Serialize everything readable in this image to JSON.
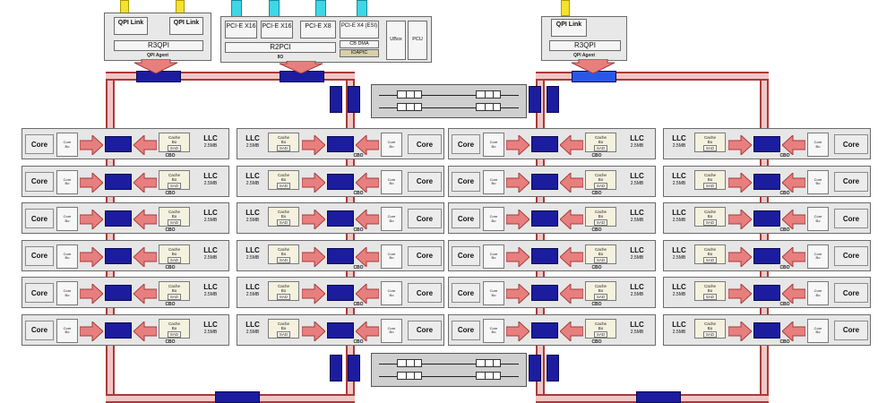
{
  "colors": {
    "ring": "#f2c6c6",
    "ring_edge": "#a83a3a",
    "ring_stop": "#1c1c9e",
    "qpi_link": "#f4e22b",
    "pcie_link": "#3fd6e6",
    "arrow": "#e87f7f"
  },
  "qpi_left": {
    "link_a": "QPI Link",
    "link_b": "QPI Link",
    "agent_box": "R3QPI",
    "agent_label": "QPI Agent"
  },
  "io_block": {
    "pcie": [
      {
        "label": "PCI-E X16"
      },
      {
        "label": "PCI-E X16"
      },
      {
        "label": "PCI-E X8"
      },
      {
        "label": "PCI-E X4 (ESI)"
      }
    ],
    "r2pci": "R2PCI",
    "cbdma": "CB DMA",
    "ioapic": "IOAPIC",
    "ubox": "UBox",
    "pcu": "PCU",
    "footer": "IIO"
  },
  "qpi_right": {
    "link": "QPI Link",
    "agent_box": "R3QPI",
    "agent_label": "QPI Agent"
  },
  "tile_text": {
    "core": "Core",
    "core_bo_1": "Core",
    "core_bo_2": "Bo",
    "cache_1": "Cache",
    "cache_2": "Bo",
    "sad": "SAD",
    "cbo": "CBO",
    "llc": "LLC",
    "llc_size": "2.5MB"
  },
  "columns": [
    {
      "id": "col-1",
      "layout": "core-left",
      "rows": 6
    },
    {
      "id": "col-2",
      "layout": "llc-left",
      "rows": 6
    },
    {
      "id": "col-3",
      "layout": "core-left",
      "rows": 6
    },
    {
      "id": "col-4",
      "layout": "llc-left",
      "rows": 6
    }
  ]
}
